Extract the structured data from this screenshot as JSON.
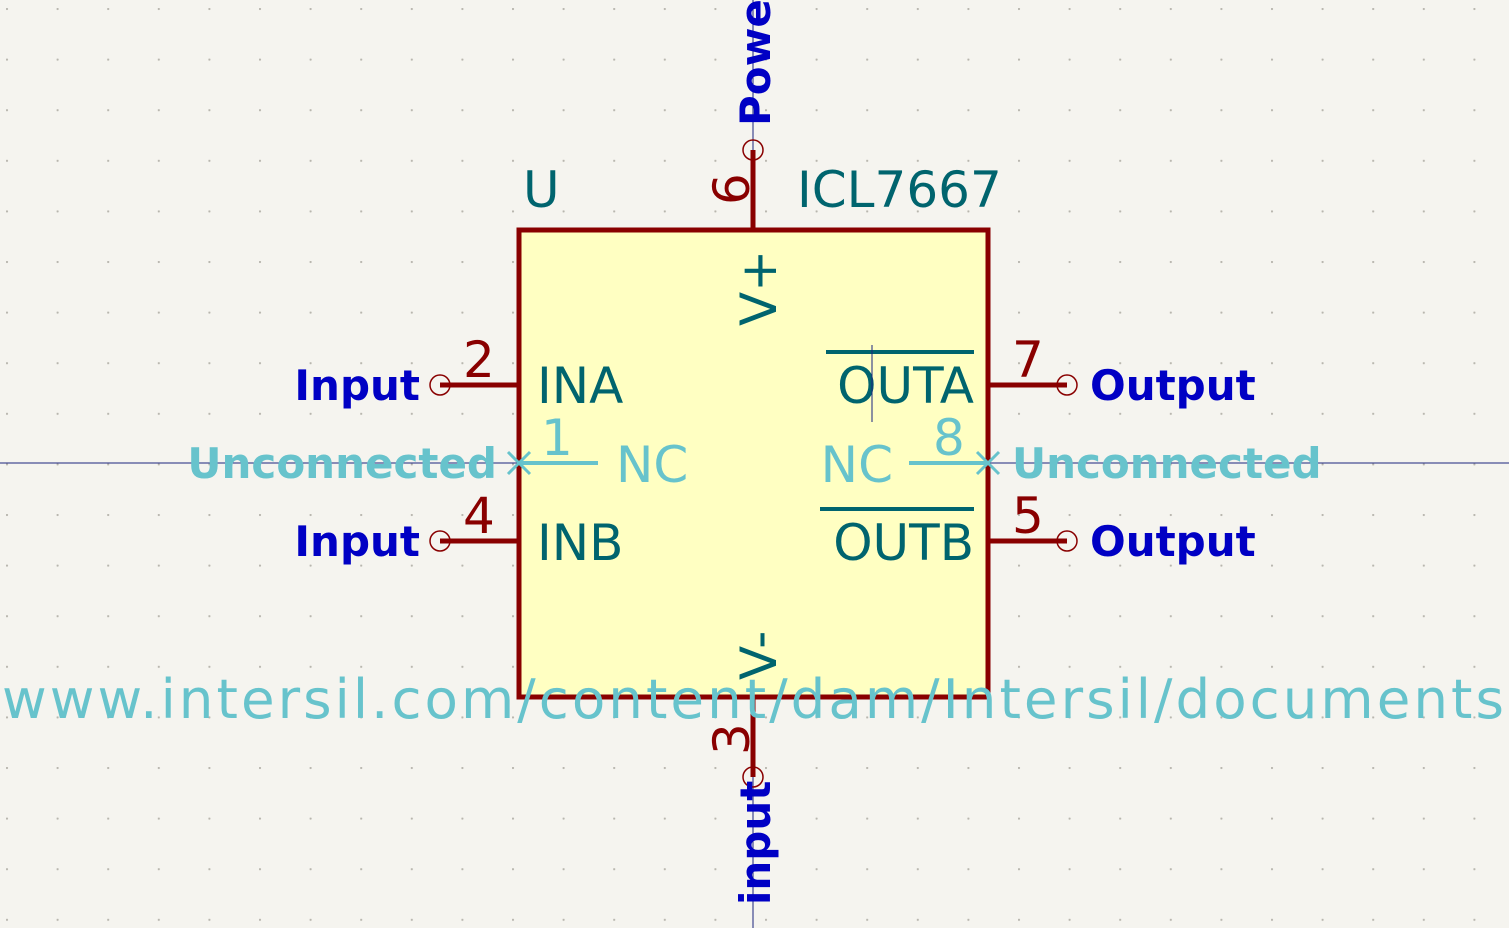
{
  "component": {
    "reference": "U",
    "value": "ICL7667",
    "datasheet_text": "www.intersil.com/content/dam/Intersil/documents",
    "body_fill": "#ffffc2",
    "outline_color": "#890000"
  },
  "pins": {
    "p6": {
      "number": "6",
      "name": "V+",
      "type": "Power"
    },
    "p3": {
      "number": "3",
      "name": "V-",
      "type": "input"
    },
    "p2": {
      "number": "2",
      "name": "INA",
      "type": "Input"
    },
    "p4": {
      "number": "4",
      "name": "INB",
      "type": "Input"
    },
    "p1": {
      "number": "1",
      "name": "NC",
      "type": "Unconnected"
    },
    "p7": {
      "number": "7",
      "name": "OUTA",
      "type": "Output"
    },
    "p5": {
      "number": "5",
      "name": "OUTB",
      "type": "Output"
    },
    "p8": {
      "number": "8",
      "name": "NC",
      "type": "Unconnected"
    }
  },
  "colors": {
    "background": "#f5f4ef",
    "pin_number": "#890000",
    "pin_name": "#00646e",
    "pin_type": "#0000c4",
    "unconnected": "#67c3cc",
    "crosshair": "#1a237e"
  }
}
